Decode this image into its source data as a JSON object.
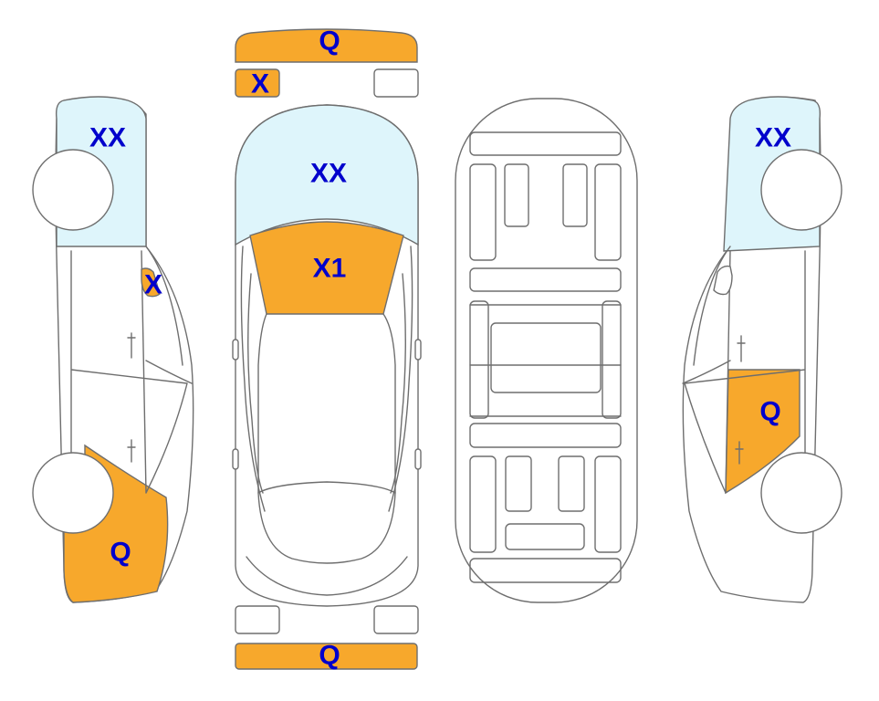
{
  "colors": {
    "damage": "#f7a82c",
    "glass": "#def5fb",
    "label": "#0000cc",
    "outline": "#6e6e6e"
  },
  "marks": {
    "front_bumper": "Q",
    "front_left_lamp": "X",
    "windshield": "XX",
    "hood": "X1",
    "rear_bumper": "Q",
    "left_side_glass": "XX",
    "left_side_mirror": "X",
    "left_side_front_quarter": "Q",
    "right_side_glass": "XX",
    "right_side_front_door": "Q"
  }
}
